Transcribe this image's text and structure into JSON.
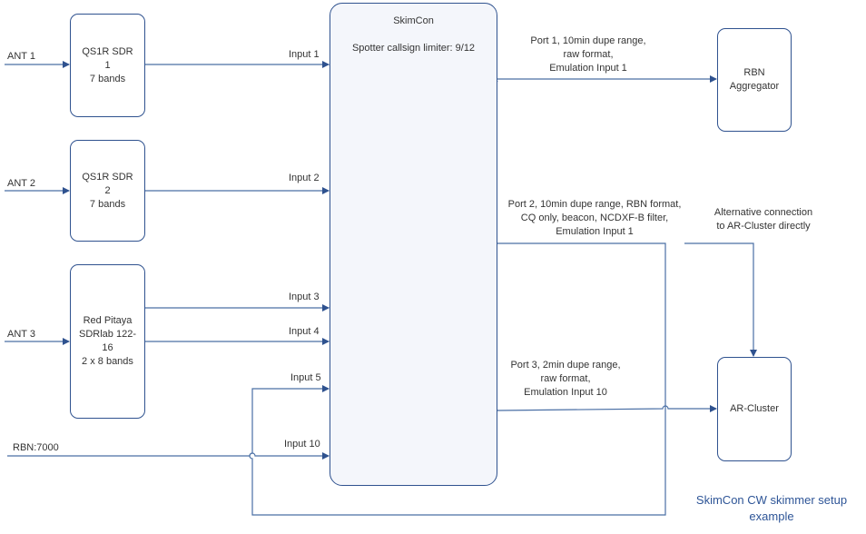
{
  "antennas": [
    "ANT 1",
    "ANT 2",
    "ANT 3"
  ],
  "rbn_input": "RBN:7000",
  "sdrs": [
    {
      "lines": [
        "QS1R SDR",
        "1",
        "7 bands"
      ]
    },
    {
      "lines": [
        "QS1R SDR",
        "2",
        "7 bands"
      ]
    },
    {
      "lines": [
        "Red Pitaya",
        "SDRlab 122-",
        "16",
        "2 x 8 bands"
      ]
    }
  ],
  "skimcon": {
    "title": "SkimCon",
    "limiter": "Spotter callsign limiter: 9/12",
    "inputs": [
      "Input 1",
      "Input 2",
      "Input 3",
      "Input 4",
      "Input 5",
      "Input 10"
    ]
  },
  "ports": [
    {
      "lines": [
        "Port 1, 10min dupe range,",
        "raw format,",
        "Emulation Input 1"
      ]
    },
    {
      "lines": [
        "Port 2, 10min dupe range, RBN format,",
        "CQ only, beacon, NCDXF-B filter,",
        "Emulation Input 1"
      ]
    },
    {
      "lines": [
        "Port 3, 2min dupe range,",
        "raw format,",
        "Emulation Input 10"
      ]
    }
  ],
  "targets": {
    "rbn": [
      "RBN",
      "Aggregator"
    ],
    "ar": [
      "AR-Cluster"
    ]
  },
  "alternative": [
    "Alternative connection",
    "to AR-Cluster directly"
  ],
  "caption": [
    "SkimCon CW skimmer setup",
    "example"
  ],
  "colors": {
    "line": "#4a6fa5",
    "box_border": "#2f528f",
    "caption": "#2e5597"
  }
}
